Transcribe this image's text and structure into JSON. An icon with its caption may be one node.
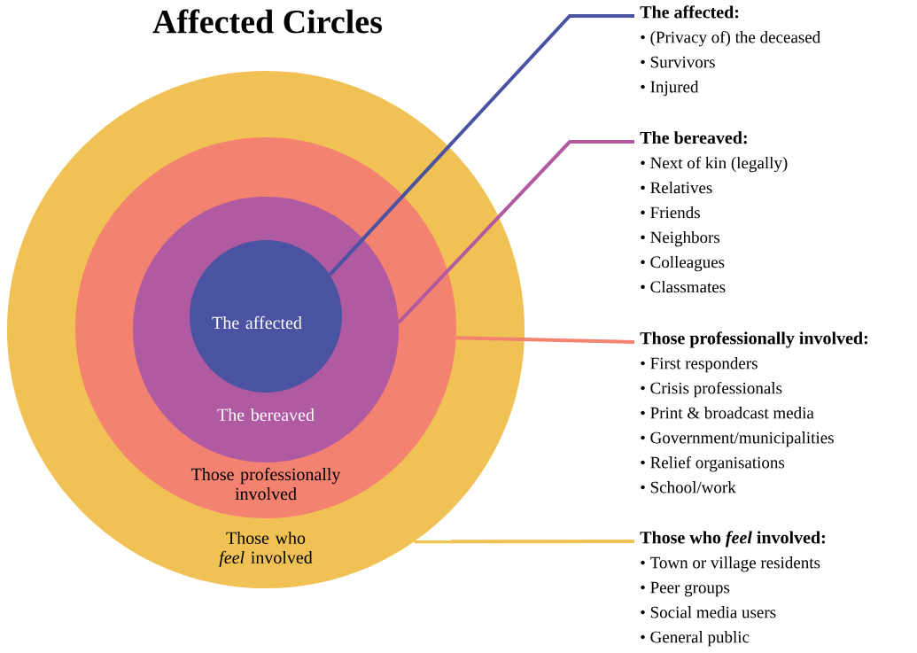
{
  "diagram": {
    "title": "Affected Circles",
    "nodes": [
      {
        "text": [
          "Those who *feel* involved"
        ]
      },
      {
        "text": [
          "Those professionally involved"
        ],
        "in": 0
      },
      {
        "text": [
          "The bereaved"
        ],
        "in": 1
      },
      {
        "text": [
          "The affected"
        ],
        "in": 2
      },
      {
        "text": [
          "The affected:",
          "• (Privacy of) the deceased",
          "• Survivors",
          "• Injured"
        ]
      },
      {
        "text": [
          "The bereaved:",
          "• Next of kin (legally)",
          "• Relatives",
          "• Friends",
          "• Neighbors",
          "• Colleagues",
          "• Classmates"
        ]
      },
      {
        "text": [
          "Those professionally involved:",
          "• First responders",
          "• Crisis professionals",
          "• Print & broadcast media",
          "• Government/municipalities",
          "• Relief organisations",
          "• School/work"
        ]
      },
      {
        "text": [
          "Those who *feel* involved:",
          "• Town or village residents",
          "• Peer groups",
          "• Social media users",
          "• General public"
        ]
      }
    ],
    "edges": [
      {
        "from": 4,
        "to": 3,
        "arrow": "none",
        "color": "#4a52a2"
      },
      {
        "from": 5,
        "to": 2,
        "arrow": "none",
        "color": "#b05aa2"
      },
      {
        "from": 6,
        "to": 1,
        "arrow": "none",
        "color": "#f48270"
      },
      {
        "from": 7,
        "to": 0,
        "arrow": "none",
        "color": "#f0c155"
      }
    ]
  }
}
